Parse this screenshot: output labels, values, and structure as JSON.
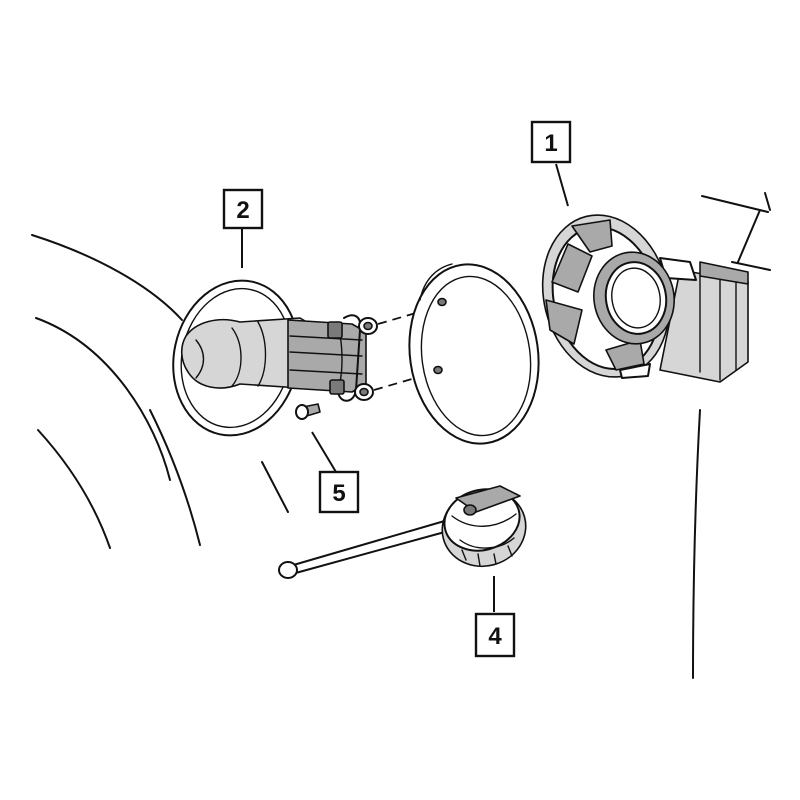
{
  "callouts": [
    {
      "id": "1",
      "label": "1"
    },
    {
      "id": "2",
      "label": "2"
    },
    {
      "id": "4",
      "label": "4"
    },
    {
      "id": "5",
      "label": "5"
    }
  ]
}
